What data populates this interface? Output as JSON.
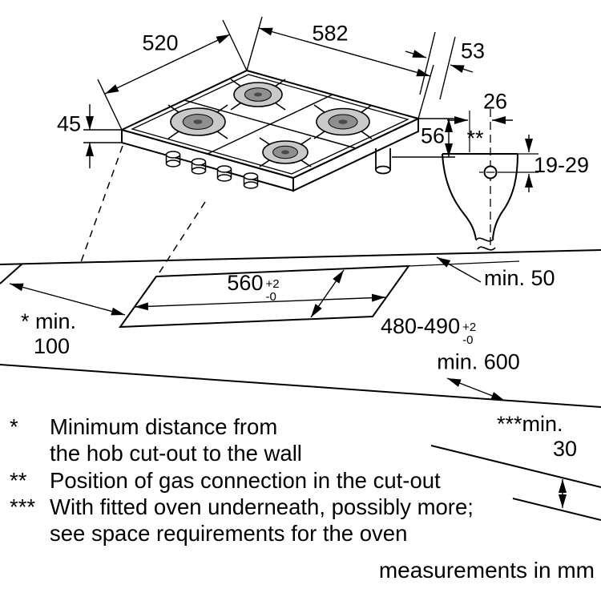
{
  "dimensions": {
    "hob_width": "582",
    "hob_depth": "520",
    "hob_height": "45",
    "gas_offset_top": "53",
    "gas_offset_side": "56",
    "gas_detail_offset": "26",
    "gas_detail_depth": "19-29",
    "gas_detail_marker": "**",
    "cutout_width": "560",
    "cutout_width_tol_plus": "+2",
    "cutout_width_tol_minus": "-0",
    "cutout_depth": "480-490",
    "cutout_depth_tol_plus": "+2",
    "cutout_depth_tol_minus": "-0",
    "rear_clearance": "min. 50",
    "side_clearance_line1": "* min.",
    "side_clearance_line2": "100",
    "worktop_depth": "min. 600",
    "below_clearance_line1": "***min.",
    "below_clearance_line2": "30"
  },
  "footnotes": [
    {
      "marker": "*",
      "lines": [
        "Minimum distance from",
        "the hob cut-out to the wall"
      ]
    },
    {
      "marker": "**",
      "lines": [
        "Position of gas connection in the cut-out"
      ]
    },
    {
      "marker": "***",
      "lines": [
        "With fitted oven underneath, possibly more;",
        "see space requirements for the oven"
      ]
    }
  ],
  "units_note": "measurements in mm"
}
